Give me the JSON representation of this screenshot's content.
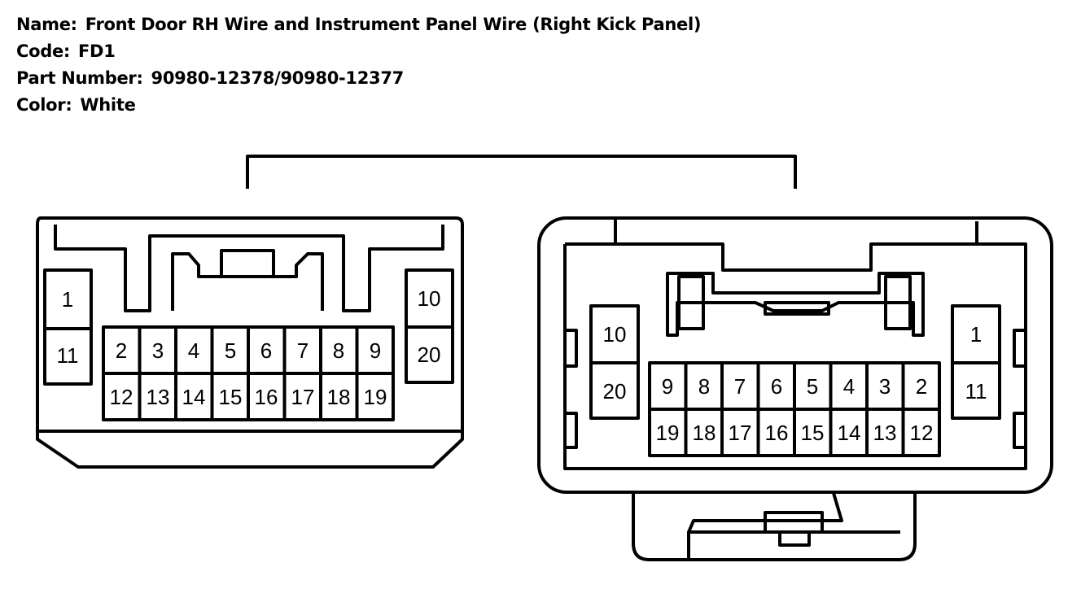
{
  "info": {
    "name_label": "Name:",
    "name_value": "Front Door RH Wire and Instrument Panel Wire (Right Kick Panel)",
    "code_label": "Code:",
    "code_value": "FD1",
    "part_label": "Part Number:",
    "part_value": "90980-12378/90980-12377",
    "color_label": "Color:",
    "color_value": "White"
  },
  "left_connector": {
    "pins": {
      "p1": "1",
      "p11": "11",
      "p10": "10",
      "p20": "20",
      "top_row": [
        "2",
        "3",
        "4",
        "5",
        "6",
        "7",
        "8",
        "9"
      ],
      "bottom_row": [
        "12",
        "13",
        "14",
        "15",
        "16",
        "17",
        "18",
        "19"
      ]
    }
  },
  "right_connector": {
    "pins": {
      "p10": "10",
      "p20": "20",
      "p1": "1",
      "p11": "11",
      "top_row": [
        "9",
        "8",
        "7",
        "6",
        "5",
        "4",
        "3",
        "2"
      ],
      "bottom_row": [
        "19",
        "18",
        "17",
        "16",
        "15",
        "14",
        "13",
        "12"
      ]
    }
  }
}
